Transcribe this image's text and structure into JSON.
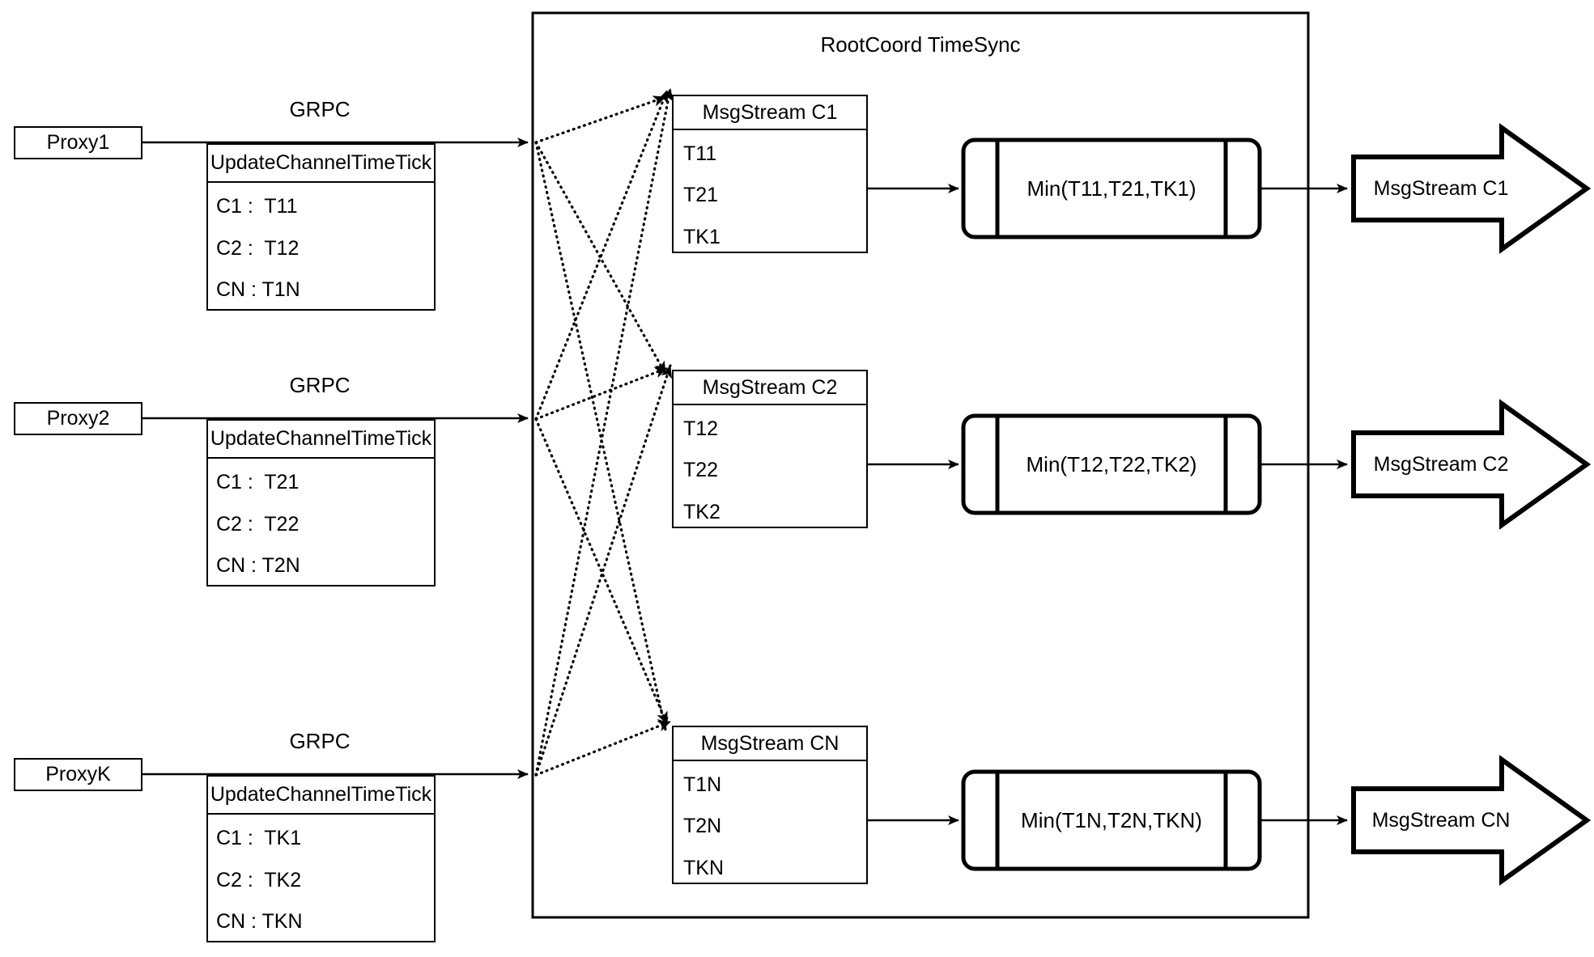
{
  "diagram": {
    "title": "RootCoord TimeSync",
    "container_label": "RootCoord TimeSync",
    "colors": {
      "stroke": "#000000",
      "background": "#ffffff"
    },
    "link_label": "GRPC"
  },
  "proxies": [
    {
      "name": "Proxy1",
      "link_label": "GRPC",
      "tick_table": {
        "header": "UpdateChannelTimeTick",
        "rows": [
          "C1 :  T11",
          "C2 :  T12",
          "CN : T1N"
        ]
      }
    },
    {
      "name": "Proxy2",
      "link_label": "GRPC",
      "tick_table": {
        "header": "UpdateChannelTimeTick",
        "rows": [
          "C1 :  T21",
          "C2 :  T22",
          "CN : T2N"
        ]
      }
    },
    {
      "name": "ProxyK",
      "link_label": "GRPC",
      "tick_table": {
        "header": "UpdateChannelTimeTick",
        "rows": [
          "C1 :  TK1",
          "C2 :  TK2",
          "CN : TKN"
        ]
      }
    }
  ],
  "channels": [
    {
      "msgstream": {
        "header": "MsgStream C1",
        "rows": [
          "T11",
          "T21",
          "TK1"
        ]
      },
      "min_node": "Min(T11,T21,TK1)",
      "output": "MsgStream C1"
    },
    {
      "msgstream": {
        "header": "MsgStream C2",
        "rows": [
          "T12",
          "T22",
          "TK2"
        ]
      },
      "min_node": "Min(T12,T22,TK2)",
      "output": "MsgStream C2"
    },
    {
      "msgstream": {
        "header": "MsgStream CN",
        "rows": [
          "T1N",
          "T2N",
          "TKN"
        ]
      },
      "min_node": "Min(T1N,T2N,TKN)",
      "output": "MsgStream CN"
    }
  ],
  "icons": {
    "arrow_solid": "arrow-right-solid",
    "arrow_dotted": "arrow-right-dotted",
    "block_arrow": "block-arrow-right"
  }
}
